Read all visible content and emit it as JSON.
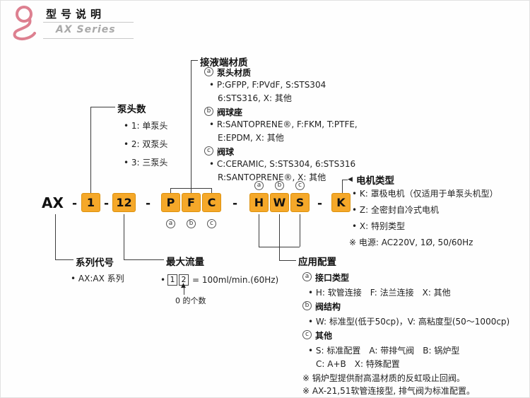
{
  "colors": {
    "code_box": "#f5a829",
    "logo_pink": "#dd8090"
  },
  "header": {
    "title": "型号说明",
    "series": "AX Series"
  },
  "code": {
    "prefix": "AX",
    "dash": "-",
    "pump_heads": "1",
    "max_flow": "12",
    "wetted": [
      "P",
      "F",
      "C"
    ],
    "config": [
      "H",
      "W",
      "S"
    ],
    "motor": "K",
    "sub_labels": [
      "a",
      "b",
      "c"
    ]
  },
  "icons": {
    "arrow_left": "◀",
    "arrow_up": "▲"
  },
  "pump_heads": {
    "title": "泵头数",
    "items": [
      "• 1: 单泵头",
      "• 2: 双泵头",
      "• 3: 三泵头"
    ]
  },
  "wetted": {
    "title": "接液端材质",
    "groups": [
      {
        "tag": "a",
        "name": "泵头材质",
        "line1": "• P:GFPP, F:PVdF, S:STS304",
        "line2": "6:STS316, X: 其他"
      },
      {
        "tag": "b",
        "name": "阀球座",
        "line1": "• R:SANTOPRENE®, F:FKM, T:PTFE,",
        "line2": "E:EPDM, X: 其他"
      },
      {
        "tag": "c",
        "name": "阀球",
        "line1": "• C:CERAMIC, S:STS304, 6:STS316",
        "line2": "R:SANTOPRENE®, X: 其他"
      }
    ]
  },
  "motor": {
    "title": "电机类型",
    "items": [
      "• K: 罩极电机（仅适用于单泵头机型）",
      "• Z: 全密封自冷式电机",
      "• X: 特别类型",
      "※ 电源: AC220V, 1Ø, 50/60Hz"
    ]
  },
  "series_code": {
    "title": "系列代号",
    "item": "• AX:AX 系列"
  },
  "max_flow": {
    "title": "最大流量",
    "bullet": "•",
    "digit1": "1",
    "digit2": "2",
    "formula": "= 100ml/min.(60Hz)",
    "note": "0 的个数"
  },
  "app_config": {
    "title": "应用配置",
    "groups": [
      {
        "tag": "a",
        "name": "接口类型",
        "line1": "• H: 软管连接　F: 法兰连接　X: 其他"
      },
      {
        "tag": "b",
        "name": "阀结构",
        "line1": "• W: 标准型(低于50cp)，V: 高粘度型(50～1000cp)"
      },
      {
        "tag": "c",
        "name": "其他",
        "line1": "• S: 标准配置　A: 带排气阀　B: 锅炉型",
        "line2": "C: A+B　X: 特殊配置"
      }
    ],
    "notes": [
      "※ 锅炉型提供耐高温材质的反虹吸止回阀。",
      "※ AX-21,51软管连接型, 排气阀为标准配置。"
    ]
  }
}
